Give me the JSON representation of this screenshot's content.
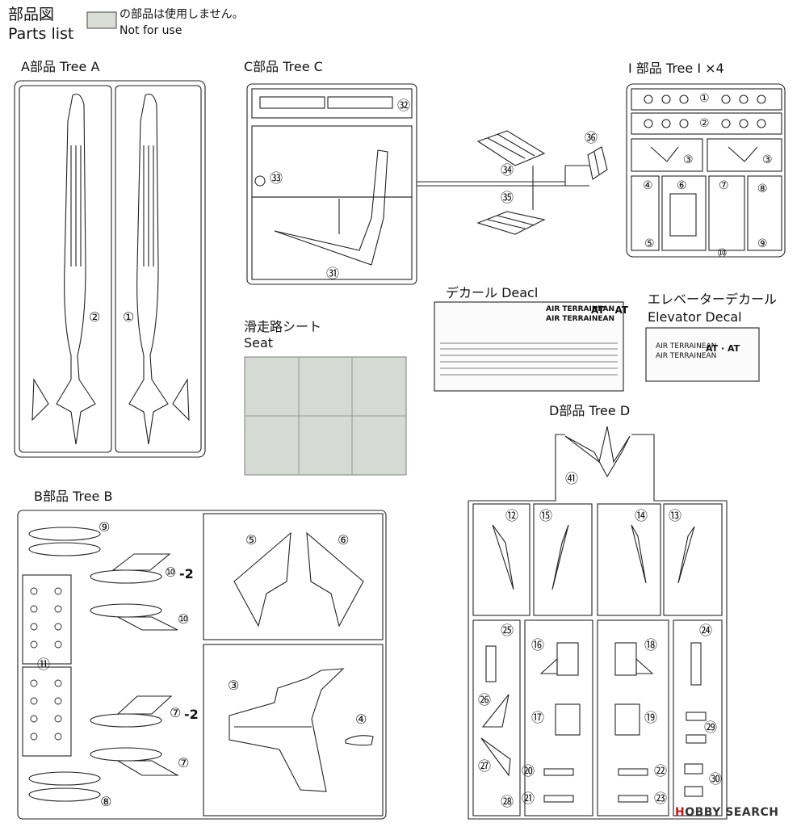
{
  "header": {
    "title_ja": "部品図",
    "title_en": "Parts list",
    "legend_ja": "の部品は使用しません。",
    "legend_en": "Not for use",
    "legend_swatch_color": "#d9ddd6"
  },
  "trees": {
    "a": "A部品  Tree A",
    "c": "C部品  Tree C",
    "i": "I 部品  Tree I ×4",
    "b": "B部品  Tree B",
    "d": "D部品  Tree D"
  },
  "decal": {
    "label": "デカール  Deacl",
    "line1": "AIR TERRAINEAN",
    "line2": "AIR TERRAINEAN",
    "mark": "AT · AT"
  },
  "elevator_decal": {
    "label_ja": "エレベーターデカール",
    "label_en": "Elevator Decal",
    "line1": "AIR TERRAINEAN",
    "line2": "AIR TERRAINEAN",
    "mark": "AT · AT"
  },
  "seat": {
    "label_ja": "滑走路シート",
    "label_en": "Seat",
    "color": "#d6dad4"
  },
  "part_numbers": {
    "a": [
      "①",
      "②"
    ],
    "c": [
      "㉛",
      "㉜",
      "㉝",
      "㉞",
      "㉟",
      "㊱"
    ],
    "i": [
      "①",
      "②",
      "③",
      "③",
      "④",
      "⑤",
      "⑥",
      "⑦",
      "⑧",
      "⑨",
      "⑩"
    ],
    "b": [
      "⑨",
      "⑩",
      "-2",
      "⑩",
      "⑪",
      "⑦",
      "-2",
      "⑦",
      "⑧",
      "⑤",
      "⑥",
      "③",
      "④"
    ],
    "d": [
      "㊶",
      "⑫",
      "⑮",
      "⑭",
      "⑬",
      "㉕",
      "⑯",
      "⑱",
      "㉔",
      "㉖",
      "⑰",
      "⑲",
      "㉙",
      "㉗",
      "⑳",
      "㉒",
      "㉚",
      "㉘",
      "㉑",
      "㉓"
    ]
  },
  "watermark": {
    "brand_mark": "H",
    "brand": "OBBY SEARCH"
  }
}
